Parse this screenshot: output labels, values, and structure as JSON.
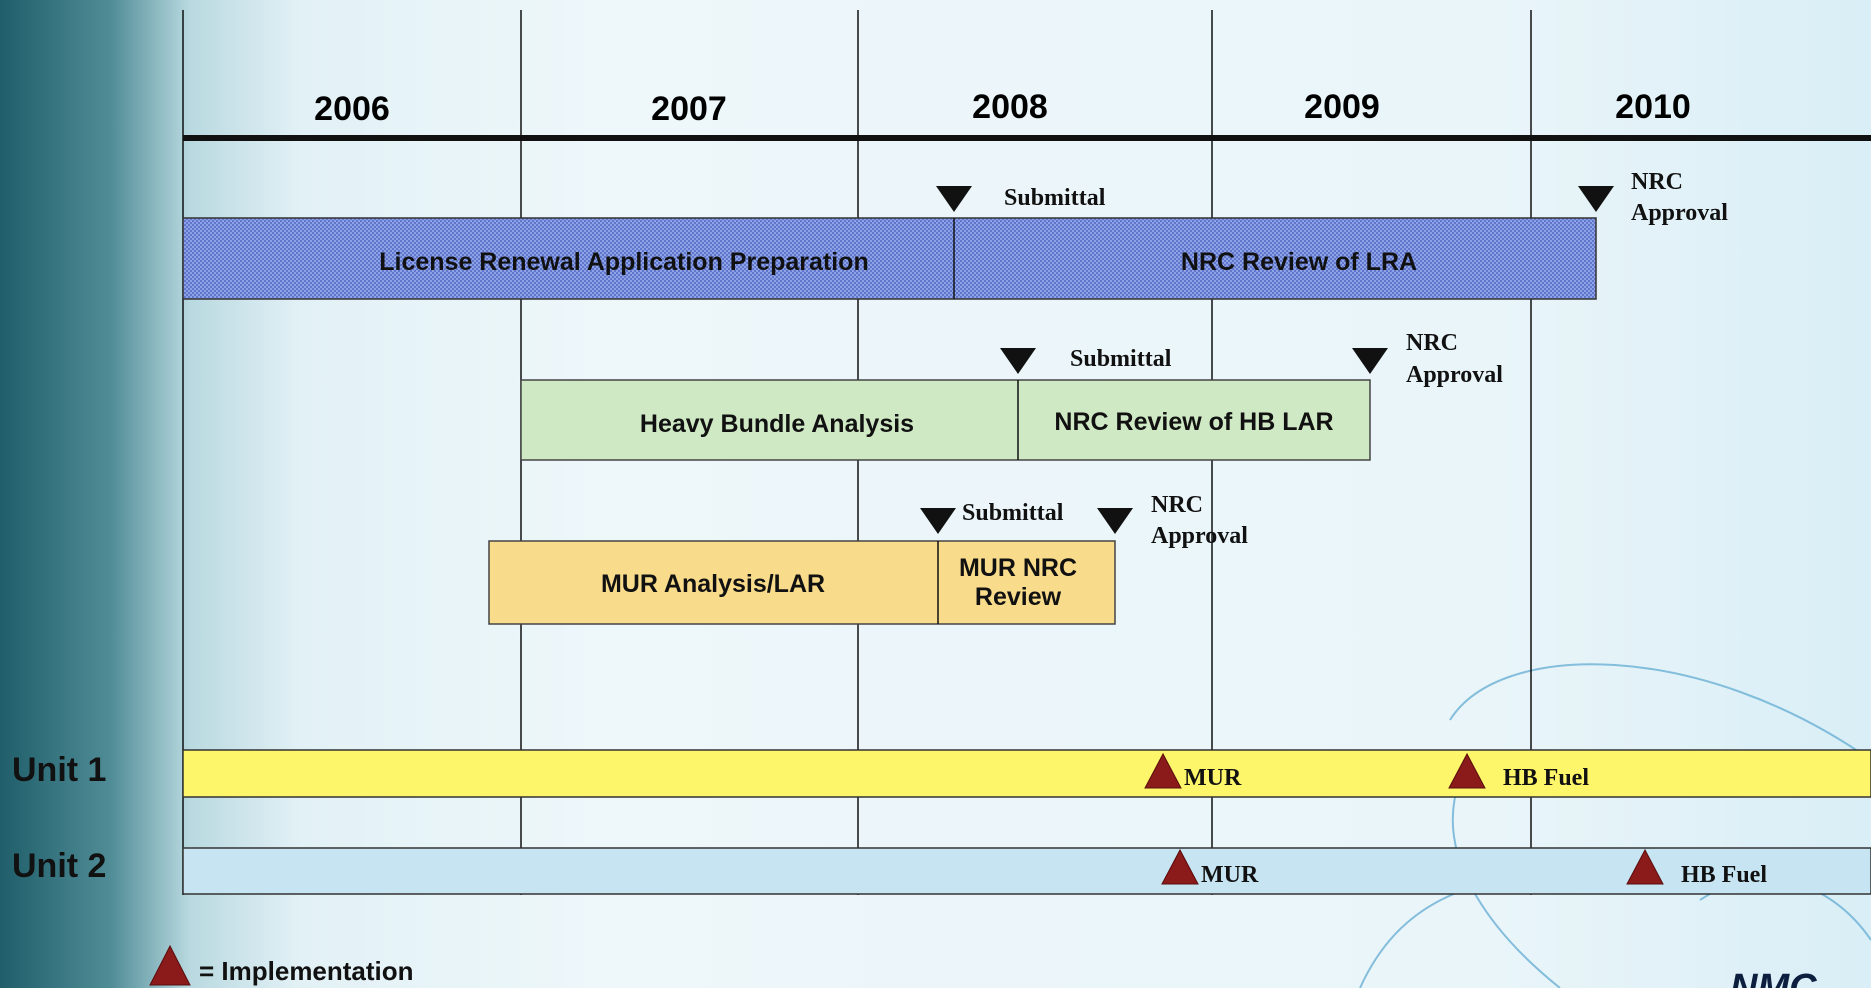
{
  "timeline": {
    "years": [
      "2006",
      "2007",
      "2008",
      "2009",
      "2010"
    ]
  },
  "activities": {
    "license_renewal": {
      "prep_label": "License Renewal Application Preparation",
      "review_label": "NRC Review of LRA",
      "submittal_label": "Submittal",
      "approval_label_line1": "NRC",
      "approval_label_line2": "Approval",
      "color": "#6f86d6"
    },
    "heavy_bundle": {
      "analysis_label": "Heavy Bundle Analysis",
      "review_label": "NRC Review of HB LAR",
      "submittal_label": "Submittal",
      "approval_label_line1": "NRC",
      "approval_label_line2": "Approval",
      "color": "#cfe9c4"
    },
    "mur": {
      "analysis_label": "MUR Analysis/LAR",
      "review_label_line1": "MUR NRC",
      "review_label_line2": "Review",
      "submittal_label": "Submittal",
      "approval_label_line1": "NRC",
      "approval_label_line2": "Approval",
      "color": "#f8dc8c"
    }
  },
  "units": {
    "unit1": {
      "label": "Unit 1",
      "color": "#fdf56a",
      "mur_label": "MUR",
      "hb_label": "HB Fuel"
    },
    "unit2": {
      "label": "Unit 2",
      "color": "#c6e4f2",
      "mur_label": "MUR",
      "hb_label": "HB Fuel"
    }
  },
  "legend": {
    "implementation_label": "= Implementation"
  },
  "logo": {
    "text": "NMC"
  },
  "colors": {
    "implementation_marker": "#8b1a1a",
    "milestone_marker": "#111111",
    "grid": "#111111"
  }
}
